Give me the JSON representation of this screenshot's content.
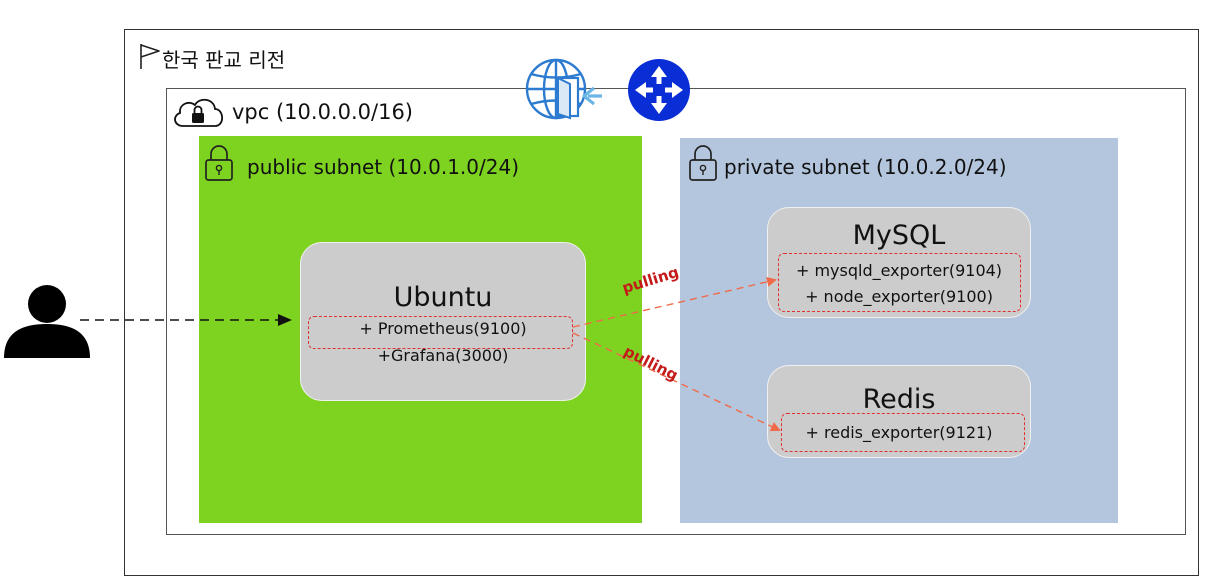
{
  "region": {
    "title": "한국 판교 리전",
    "icon": "flag-icon"
  },
  "vpc": {
    "title": "vpc (10.0.0.0/16)",
    "icon": "cloud-lock-icon"
  },
  "gateway_icons": [
    "internet-gateway-icon",
    "router-icon"
  ],
  "public_subnet": {
    "title": "public subnet (10.0.1.0/24)",
    "color": "#7ed321",
    "server": {
      "title": "Ubuntu",
      "services": [
        "+ Prometheus(9100)",
        "+Grafana(3000)"
      ]
    }
  },
  "private_subnet": {
    "title": "private subnet (10.0.2.0/24)",
    "color": "#b4c6dd",
    "mysql": {
      "title": "MySQL",
      "services": [
        "+ mysqld_exporter(9104)",
        "+ node_exporter(9100)"
      ]
    },
    "redis": {
      "title": "Redis",
      "services": [
        "+ redis_exporter(9121)"
      ]
    }
  },
  "edges": {
    "pull_mysql": "pulling",
    "pull_redis": "pulling"
  },
  "user": {
    "icon": "user-icon"
  },
  "colors": {
    "arrow": "#f06a4a",
    "label": "#c41a1a",
    "router": "#0a2ed6",
    "gateway": "#2d7bd0"
  }
}
